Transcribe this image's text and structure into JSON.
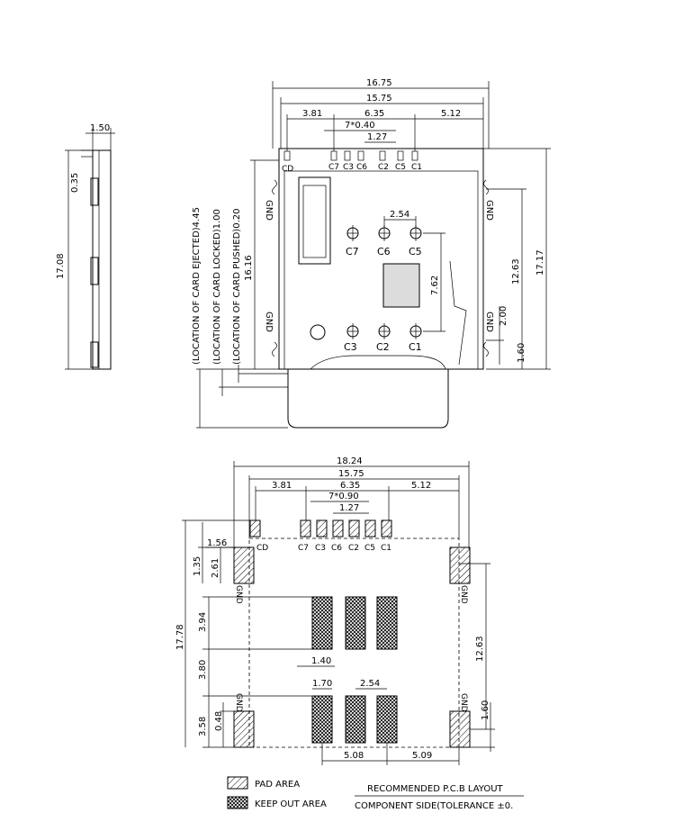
{
  "top_view": {
    "dims_top": [
      "16.75",
      "15.75",
      "3.81",
      "6.35",
      "5.12",
      "7*0.40",
      "1.27"
    ],
    "pins_top": [
      "CD",
      "C7",
      "C3",
      "C6",
      "C2",
      "C5",
      "C1"
    ],
    "contacts_upper": [
      "C7",
      "C6",
      "C5"
    ],
    "contacts_lower": [
      "C3",
      "C2",
      "C1"
    ],
    "gnd": "GND",
    "dim_254": "2.54",
    "dim_762": "7.62",
    "dim_1616": "16.16",
    "dim_1263": "12.63",
    "dim_1717": "17.17",
    "dim_200": "2.00",
    "dim_160": "1.60",
    "loc_ejected": "(LOCATION OF CARD EJECTED)4.45",
    "loc_locked": "(LOCATION OF CARD LOCKED)1.00",
    "loc_pushed": "(LOCATION OF CARD PUSHED)0.20"
  },
  "side_view": {
    "dim_150": "1.50",
    "dim_035": "0.35",
    "dim_1708": "17.08"
  },
  "pcb": {
    "dims_top": [
      "18.24",
      "15.75",
      "3.81",
      "6.35",
      "5.12",
      "7*0.90",
      "1.27"
    ],
    "pins": [
      "C7",
      "C3",
      "C6",
      "C2",
      "C5",
      "C1"
    ],
    "cd": "CD",
    "dim_156": "1.56",
    "dim_135": "1.35",
    "dim_261": "2.61",
    "dim_1778": "17.78",
    "dim_394": "3.94",
    "dim_380": "3.80",
    "dim_358": "3.58",
    "dim_048": "0.48",
    "dim_140": "1.40",
    "dim_170": "1.70",
    "dim_254": "2.54",
    "dim_508": "5.08",
    "dim_509": "5.09",
    "dim_1263": "12.63",
    "dim_160": "1.60",
    "gnd": "GND"
  },
  "legend": {
    "pad_area": "PAD AREA",
    "keep_out_area": "KEEP OUT AREA",
    "title": "RECOMMENDED P.C.B LAYOUT",
    "subtitle": "COMPONENT SIDE(TOLERANCE ±0."
  }
}
